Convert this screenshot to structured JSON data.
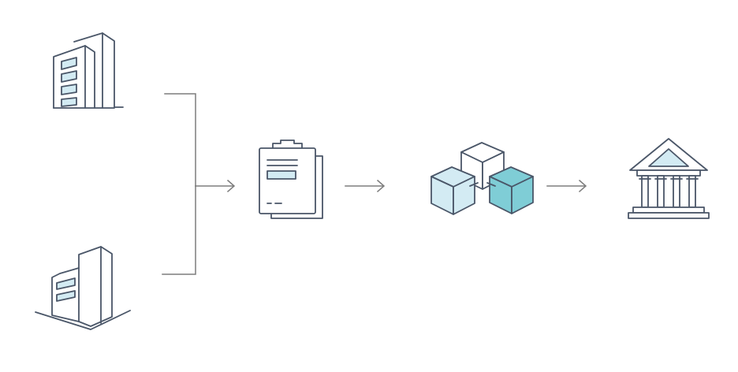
{
  "diagram": {
    "nodes": [
      {
        "id": "office-tower",
        "icon": "office-building-icon"
      },
      {
        "id": "corner-building",
        "icon": "corner-building-icon"
      },
      {
        "id": "document",
        "icon": "clipboard-document-icon"
      },
      {
        "id": "blocks",
        "icon": "blockchain-cubes-icon"
      },
      {
        "id": "institution",
        "icon": "bank-institution-icon"
      }
    ],
    "edges": [
      {
        "from": "office-tower",
        "to": "document"
      },
      {
        "from": "corner-building",
        "to": "document"
      },
      {
        "from": "document",
        "to": "blocks"
      },
      {
        "from": "blocks",
        "to": "institution"
      }
    ],
    "colors": {
      "stroke": "#4a5668",
      "connector": "#7d7d7d",
      "fill_light": "#d3ebf3",
      "fill_teal": "#7fcdd6",
      "background": "#ffffff"
    }
  }
}
